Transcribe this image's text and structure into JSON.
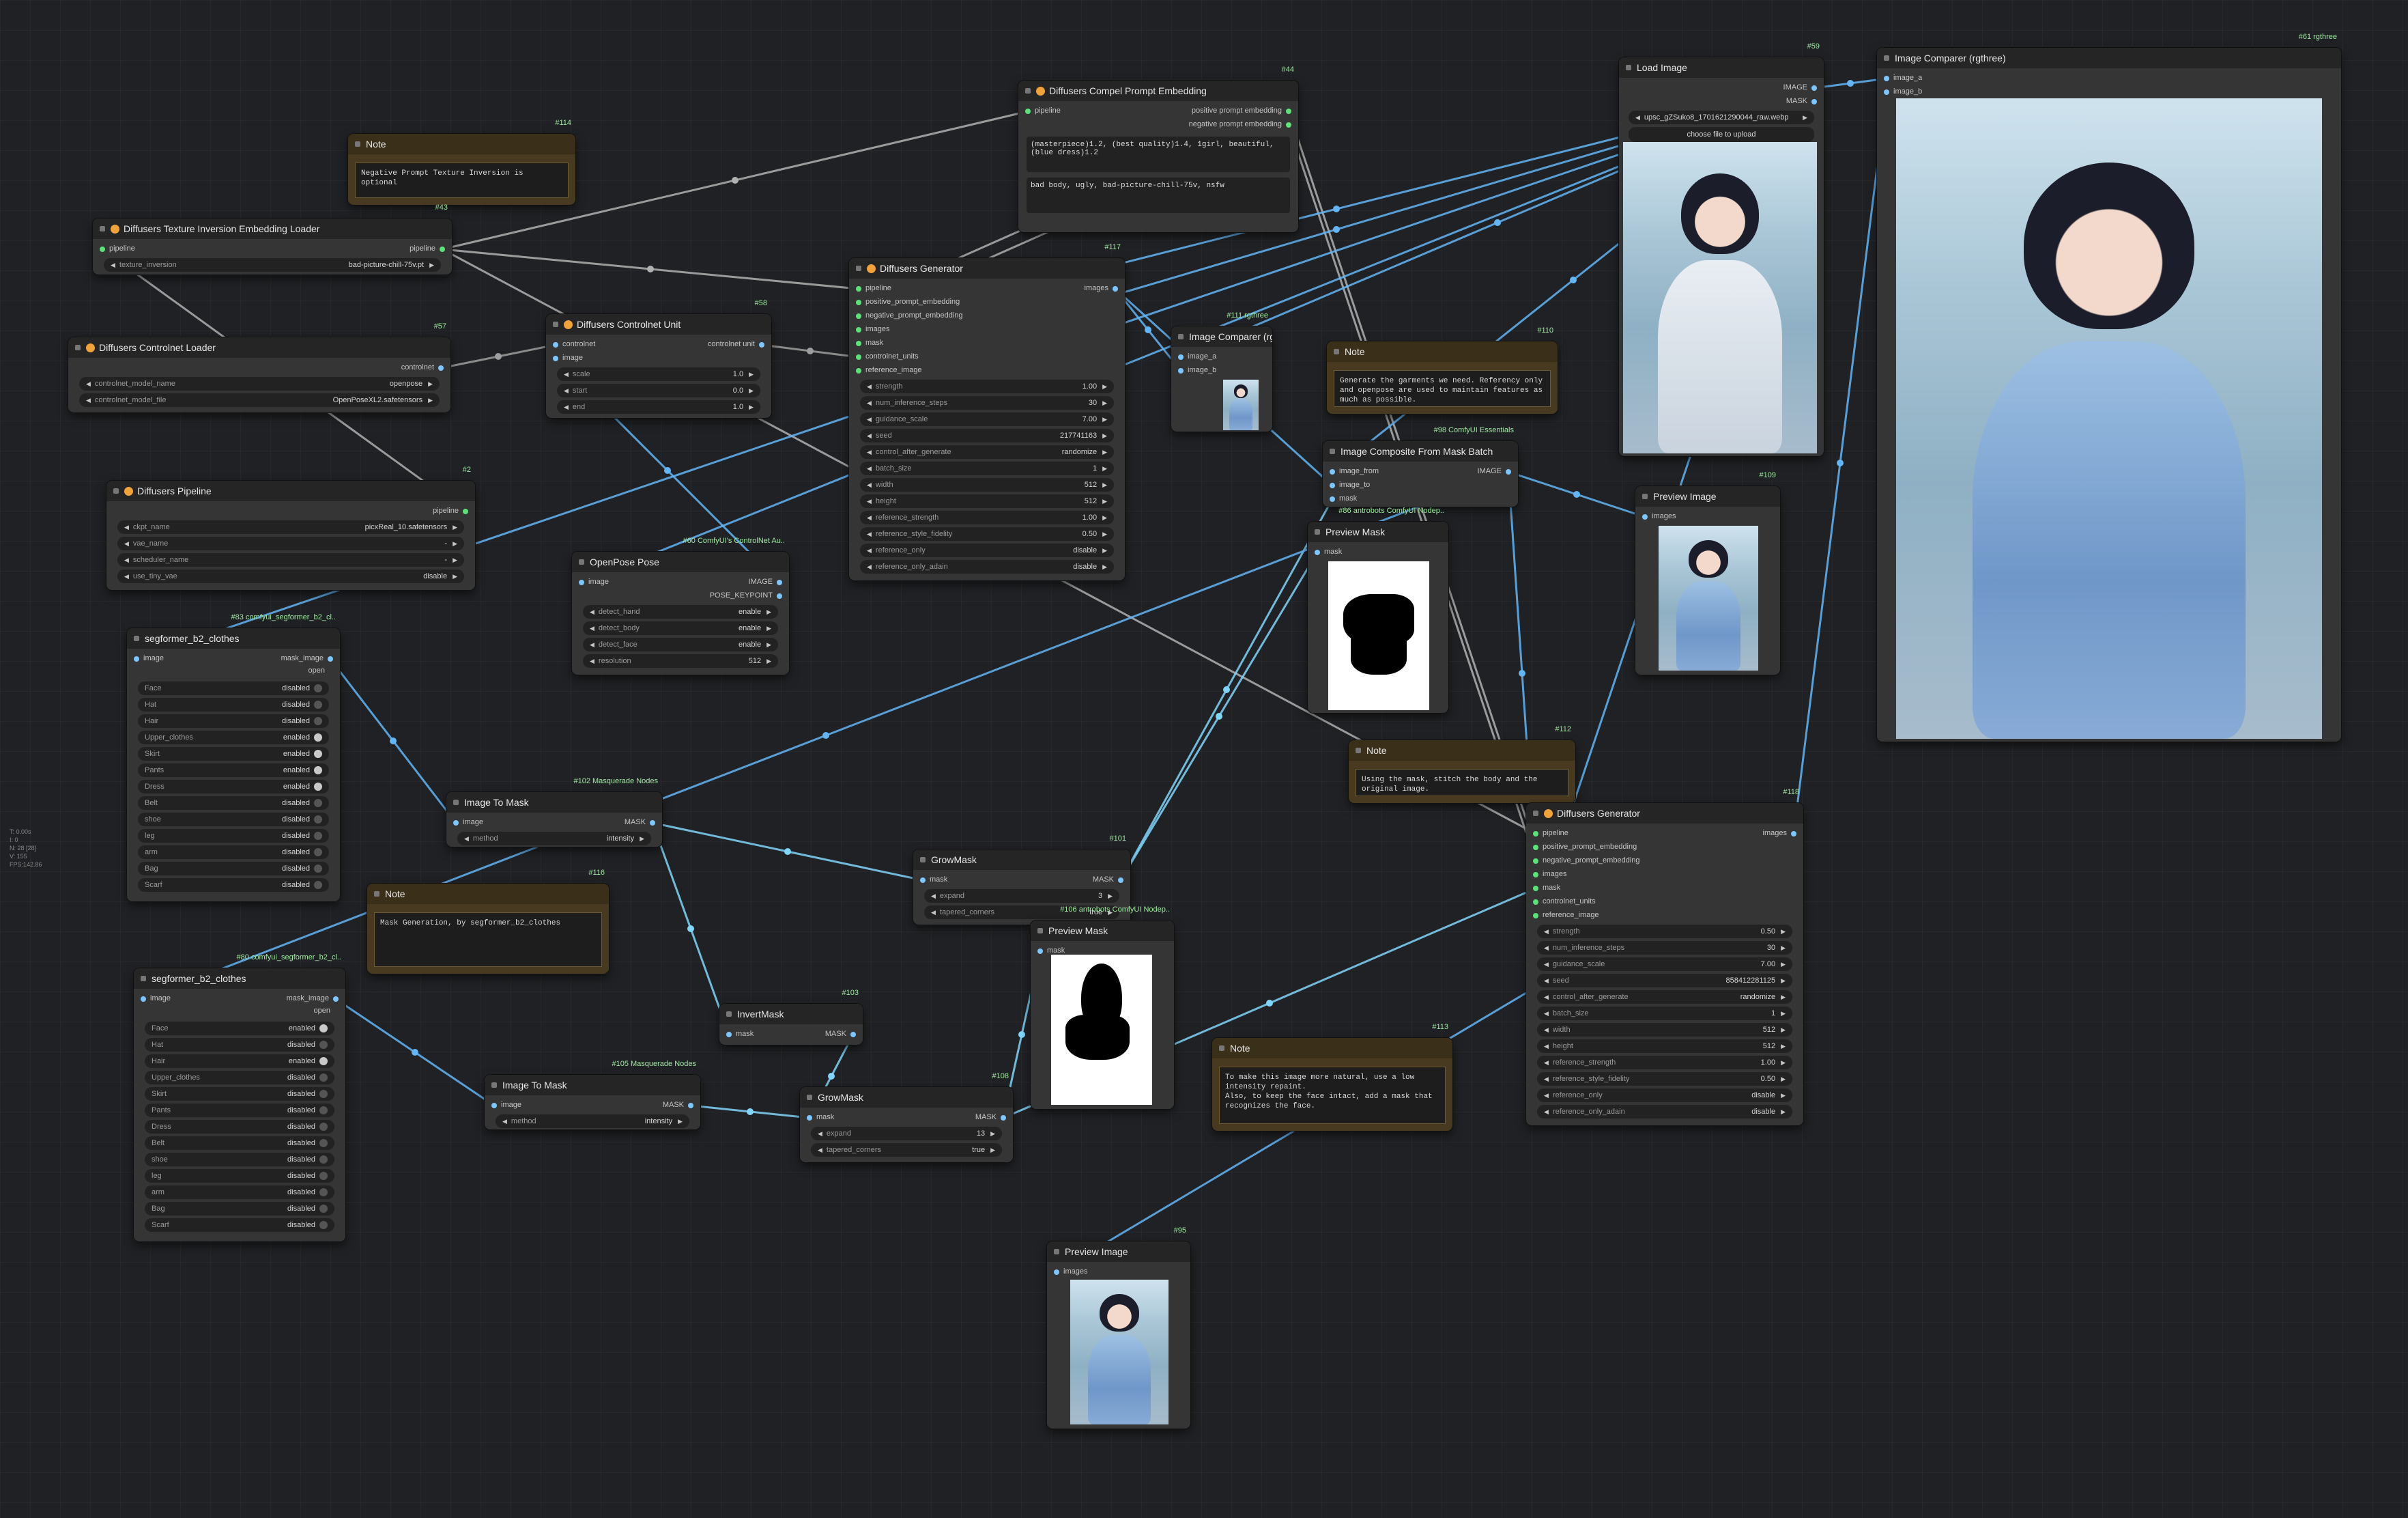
{
  "stats": [
    "T: 0.00s",
    "I: 0",
    "N: 28 [28]",
    "V: 155",
    "FPS:142.86"
  ],
  "nodes": {
    "note114": {
      "id": "#114",
      "title": "Note",
      "text": "Negative Prompt Texture Inversion is optional"
    },
    "n43": {
      "id": "#43",
      "title": "Diffusers Texture Inversion Embedding Loader",
      "in": [
        "pipeline"
      ],
      "out": [
        "pipeline"
      ],
      "widgets": [
        {
          "label": "texture_inversion",
          "value": "bad-picture-chill-75v.pt"
        }
      ]
    },
    "n57": {
      "id": "#57",
      "title": "Diffusers Controlnet Loader",
      "out": [
        "controlnet"
      ],
      "widgets": [
        {
          "label": "controlnet_model_name",
          "value": "openpose"
        },
        {
          "label": "controlnet_model_file",
          "value": "OpenPoseXL2.safetensors"
        }
      ]
    },
    "n58": {
      "id": "#58",
      "title": "Diffusers Controlnet Unit",
      "in": [
        "controlnet",
        "image"
      ],
      "out": [
        "controlnet unit"
      ],
      "widgets": [
        {
          "label": "scale",
          "value": "1.0"
        },
        {
          "label": "start",
          "value": "0.0"
        },
        {
          "label": "end",
          "value": "1.0"
        }
      ]
    },
    "n2": {
      "id": "#2",
      "title": "Diffusers Pipeline",
      "out": [
        "pipeline"
      ],
      "widgets": [
        {
          "label": "ckpt_name",
          "value": "picxReal_10.safetensors"
        },
        {
          "label": "vae_name",
          "value": "-"
        },
        {
          "label": "scheduler_name",
          "value": "-"
        },
        {
          "label": "use_tiny_vae",
          "value": "disable"
        }
      ]
    },
    "n44": {
      "id": "#44",
      "title": "Diffusers Compel Prompt Embedding",
      "in": [
        "pipeline"
      ],
      "out": [
        "positive prompt embedding",
        "negative prompt embedding"
      ],
      "positive": "(masterpiece)1.2, (best quality)1.4, 1girl, beautiful,(blue dress)1.2",
      "negative": "bad body, ugly, bad-picture-chill-75v, nsfw"
    },
    "n117": {
      "id": "#117",
      "title": "Diffusers Generator",
      "in": [
        "pipeline",
        "positive_prompt_embedding",
        "negative_prompt_embedding",
        "images",
        "mask",
        "controlnet_units",
        "reference_image"
      ],
      "out": [
        "images"
      ],
      "widgets": [
        {
          "label": "strength",
          "value": "1.00"
        },
        {
          "label": "num_inference_steps",
          "value": "30"
        },
        {
          "label": "guidance_scale",
          "value": "7.00"
        },
        {
          "label": "seed",
          "value": "217741163"
        },
        {
          "label": "control_after_generate",
          "value": "randomize"
        },
        {
          "label": "batch_size",
          "value": "1"
        },
        {
          "label": "width",
          "value": "512"
        },
        {
          "label": "height",
          "value": "512"
        },
        {
          "label": "reference_strength",
          "value": "1.00"
        },
        {
          "label": "reference_style_fidelity",
          "value": "0.50"
        },
        {
          "label": "reference_only",
          "value": "disable"
        },
        {
          "label": "reference_only_adain",
          "value": "disable"
        }
      ]
    },
    "n60": {
      "id": "#60 ComfyUI's ControlNet Au..",
      "title": "OpenPose Pose",
      "in": [
        "image"
      ],
      "out": [
        "IMAGE",
        "POSE_KEYPOINT"
      ],
      "widgets": [
        {
          "label": "detect_hand",
          "value": "enable"
        },
        {
          "label": "detect_body",
          "value": "enable"
        },
        {
          "label": "detect_face",
          "value": "enable"
        },
        {
          "label": "resolution",
          "value": "512"
        }
      ]
    },
    "n111": {
      "id": "#111 rgthree",
      "title": "Image Comparer (rgthree)",
      "in": [
        "image_a",
        "image_b"
      ]
    },
    "note110": {
      "id": "#110",
      "title": "Note",
      "text": "Generate the garments we need. Referency only and openpose are used to maintain features as much as possible."
    },
    "n98": {
      "id": "#98 ComfyUI Essentials",
      "title": "Image Composite From Mask Batch",
      "in": [
        "image_from",
        "image_to",
        "mask"
      ],
      "out": [
        "IMAGE"
      ]
    },
    "n86": {
      "id": "#86 antrobots ComfyUI Nodep..",
      "title": "Preview Mask",
      "in": [
        "mask"
      ]
    },
    "n59": {
      "id": "#59",
      "title": "Load Image",
      "out": [
        "IMAGE",
        "MASK"
      ],
      "image_value": "upsc_gZSuko8_1701621290044_raw.webp",
      "upload_label": "choose file to upload"
    },
    "n61": {
      "id": "#61 rgthree",
      "title": "Image Comparer (rgthree)",
      "in": [
        "image_a",
        "image_b"
      ]
    },
    "n109": {
      "id": "#109",
      "title": "Preview Image",
      "in": [
        "images"
      ]
    },
    "n83": {
      "id": "#83 comfyui_segformer_b2_cl..",
      "title": "segformer_b2_clothes",
      "in": [
        "image"
      ],
      "out": [
        "mask_image"
      ],
      "open": "open",
      "widgets": [
        {
          "label": "Face",
          "value": "disabled",
          "on": false
        },
        {
          "label": "Hat",
          "value": "disabled",
          "on": false
        },
        {
          "label": "Hair",
          "value": "disabled",
          "on": false
        },
        {
          "label": "Upper_clothes",
          "value": "enabled",
          "on": true
        },
        {
          "label": "Skirt",
          "value": "enabled",
          "on": true
        },
        {
          "label": "Pants",
          "value": "enabled",
          "on": true
        },
        {
          "label": "Dress",
          "value": "enabled",
          "on": true
        },
        {
          "label": "Belt",
          "value": "disabled",
          "on": false
        },
        {
          "label": "shoe",
          "value": "disabled",
          "on": false
        },
        {
          "label": "leg",
          "value": "disabled",
          "on": false
        },
        {
          "label": "arm",
          "value": "disabled",
          "on": false
        },
        {
          "label": "Bag",
          "value": "disabled",
          "on": false
        },
        {
          "label": "Scarf",
          "value": "disabled",
          "on": false
        }
      ]
    },
    "n102": {
      "id": "#102 Masquerade Nodes",
      "title": "Image To Mask",
      "in": [
        "image"
      ],
      "out": [
        "MASK"
      ],
      "widgets": [
        {
          "label": "method",
          "value": "intensity"
        }
      ]
    },
    "note116": {
      "id": "#116",
      "title": "Note",
      "text": "Mask Generation, by segformer_b2_clothes"
    },
    "note112": {
      "id": "#112",
      "title": "Note",
      "text": "Using the mask, stitch the body and the original image."
    },
    "n118": {
      "id": "#118",
      "title": "Diffusers Generator",
      "in": [
        "pipeline",
        "positive_prompt_embedding",
        "negative_prompt_embedding",
        "images",
        "mask",
        "controlnet_units",
        "reference_image"
      ],
      "out": [
        "images"
      ],
      "widgets": [
        {
          "label": "strength",
          "value": "0.50"
        },
        {
          "label": "num_inference_steps",
          "value": "30"
        },
        {
          "label": "guidance_scale",
          "value": "7.00"
        },
        {
          "label": "seed",
          "value": "858412281125"
        },
        {
          "label": "control_after_generate",
          "value": "randomize"
        },
        {
          "label": "batch_size",
          "value": "1"
        },
        {
          "label": "width",
          "value": "512"
        },
        {
          "label": "height",
          "value": "512"
        },
        {
          "label": "reference_strength",
          "value": "1.00"
        },
        {
          "label": "reference_style_fidelity",
          "value": "0.50"
        },
        {
          "label": "reference_only",
          "value": "disable"
        },
        {
          "label": "reference_only_adain",
          "value": "disable"
        }
      ]
    },
    "n101": {
      "id": "#101",
      "title": "GrowMask",
      "in": [
        "mask"
      ],
      "out": [
        "MASK"
      ],
      "widgets": [
        {
          "label": "expand",
          "value": "3"
        },
        {
          "label": "tapered_corners",
          "value": "true"
        }
      ]
    },
    "n106": {
      "id": "#106 antrobots ComfyUI Nodep..",
      "title": "Preview Mask",
      "in": [
        "mask"
      ]
    },
    "n103": {
      "id": "#103",
      "title": "InvertMask",
      "in": [
        "mask"
      ],
      "out": [
        "MASK"
      ]
    },
    "n80": {
      "id": "#80 comfyui_segformer_b2_cl..",
      "title": "segformer_b2_clothes",
      "in": [
        "image"
      ],
      "out": [
        "mask_image"
      ],
      "open": "open",
      "widgets": [
        {
          "label": "Face",
          "value": "enabled",
          "on": true
        },
        {
          "label": "Hat",
          "value": "disabled",
          "on": false
        },
        {
          "label": "Hair",
          "value": "enabled",
          "on": true
        },
        {
          "label": "Upper_clothes",
          "value": "disabled",
          "on": false
        },
        {
          "label": "Skirt",
          "value": "disabled",
          "on": false
        },
        {
          "label": "Pants",
          "value": "disabled",
          "on": false
        },
        {
          "label": "Dress",
          "value": "disabled",
          "on": false
        },
        {
          "label": "Belt",
          "value": "disabled",
          "on": false
        },
        {
          "label": "shoe",
          "value": "disabled",
          "on": false
        },
        {
          "label": "leg",
          "value": "disabled",
          "on": false
        },
        {
          "label": "arm",
          "value": "disabled",
          "on": false
        },
        {
          "label": "Bag",
          "value": "disabled",
          "on": false
        },
        {
          "label": "Scarf",
          "value": "disabled",
          "on": false
        }
      ]
    },
    "n105": {
      "id": "#105 Masquerade Nodes",
      "title": "Image To Mask",
      "in": [
        "image"
      ],
      "out": [
        "MASK"
      ],
      "widgets": [
        {
          "label": "method",
          "value": "intensity"
        }
      ]
    },
    "n108": {
      "id": "#108",
      "title": "GrowMask",
      "in": [
        "mask"
      ],
      "out": [
        "MASK"
      ],
      "widgets": [
        {
          "label": "expand",
          "value": "13"
        },
        {
          "label": "tapered_corners",
          "value": "true"
        }
      ]
    },
    "note113": {
      "id": "#113",
      "title": "Note",
      "text": "To make this image more natural, use a low intensity repaint.\nAlso, to keep the face intact, add a mask that recognizes the face."
    },
    "n95": {
      "id": "#95",
      "title": "Preview Image",
      "in": [
        "images"
      ]
    }
  },
  "wire_colors": {
    "pipeline": "#b0b0b0",
    "image": "#64b5f6",
    "mask": "#81d4fa",
    "controlnet": "#9e9e9e"
  }
}
